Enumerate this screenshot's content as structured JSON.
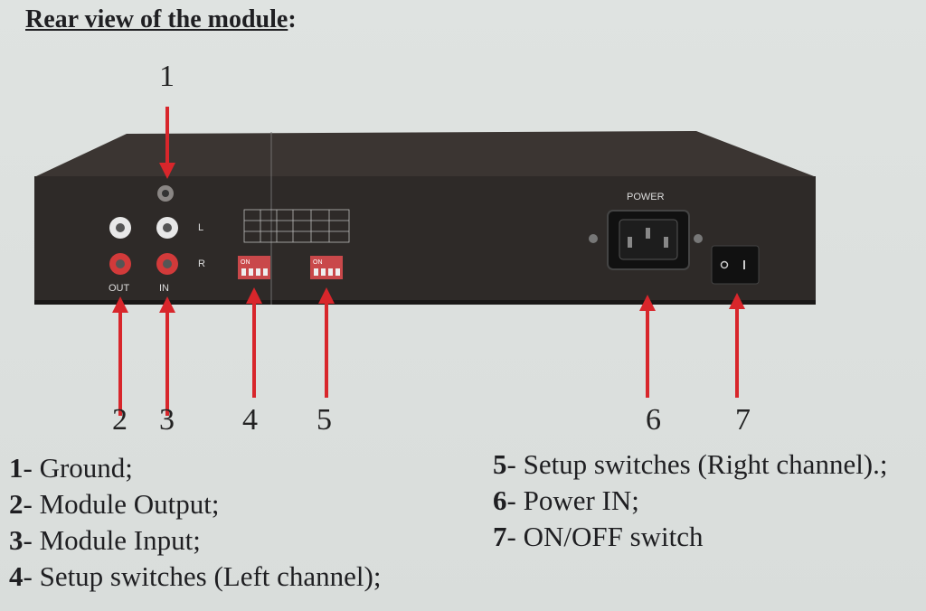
{
  "header": {
    "title": "Rear view of the module",
    "colon": ":"
  },
  "device": {
    "power_label": "POWER",
    "left_label": "L",
    "right_label": "R",
    "out_label": "OUT",
    "in_label": "IN",
    "dip_label": "ON"
  },
  "callouts": {
    "n1": "1",
    "n2": "2",
    "n3": "3",
    "n4": "4",
    "n5": "5",
    "n6": "6",
    "n7": "7"
  },
  "legend": {
    "items": [
      {
        "num": "1",
        "text": "- Ground;"
      },
      {
        "num": "2",
        "text": "- Module Output;"
      },
      {
        "num": "3",
        "text": "- Module Input;"
      },
      {
        "num": "4",
        "text": "- Setup switches (Left channel);"
      },
      {
        "num": "5",
        "text": "- Setup switches (Right channel).;"
      },
      {
        "num": "6",
        "text": "- Power IN;"
      },
      {
        "num": "7",
        "text": "- ON/OFF switch"
      }
    ]
  },
  "colors": {
    "arrow": "#d8262b",
    "device": "#2b2826",
    "panel": "#302c29"
  }
}
